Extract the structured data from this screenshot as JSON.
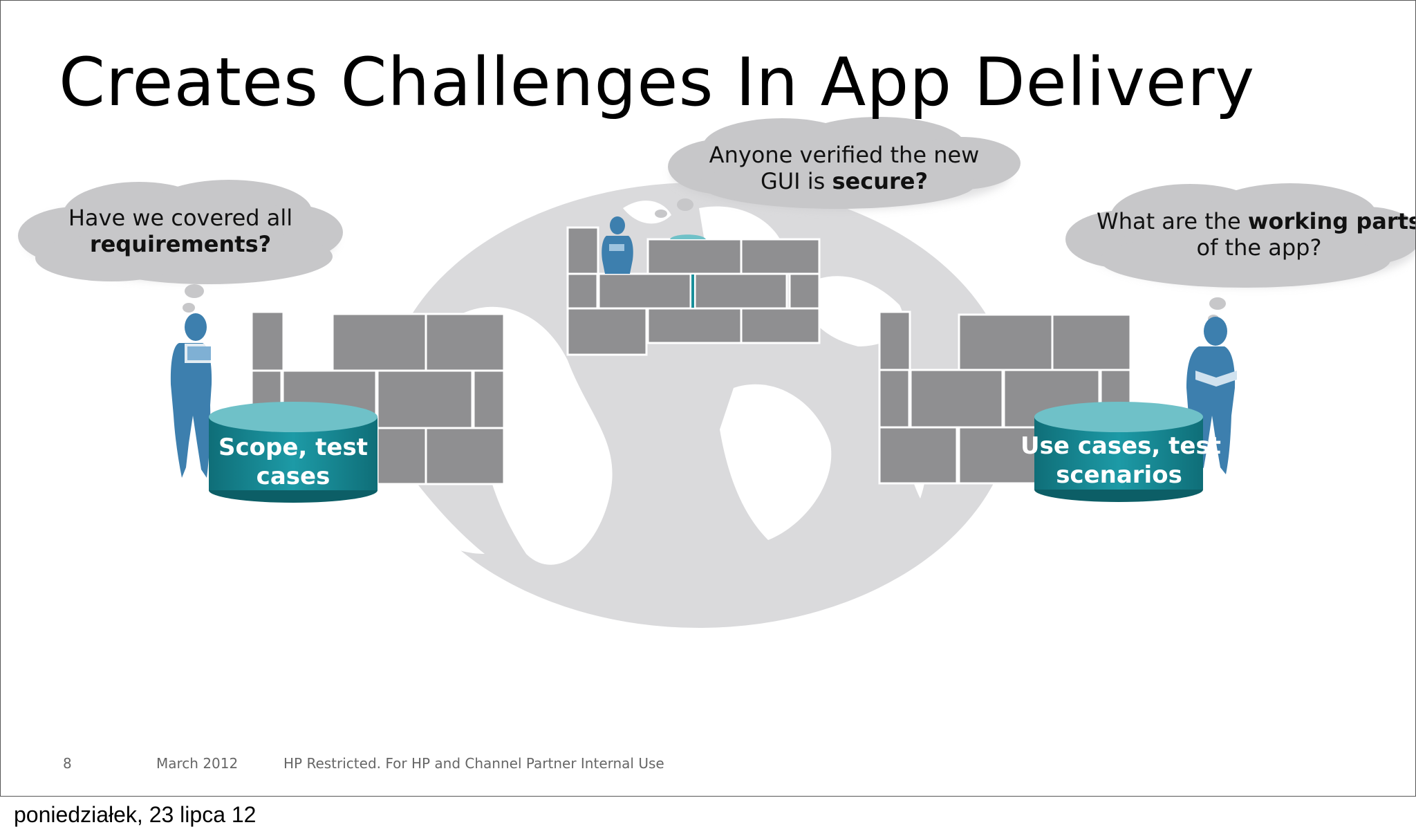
{
  "slide": {
    "title": "Creates Challenges In App Delivery",
    "bubbles": {
      "left": {
        "line1": "Have we covered all",
        "bold": "requirements?"
      },
      "center": {
        "line1": "Anyone verified the new",
        "line2_prefix": "GUI is ",
        "bold": "secure?"
      },
      "right": {
        "prefix": "What are the ",
        "bold": "working parts",
        "line2": "of the app?"
      }
    },
    "databases": {
      "left": {
        "line1": "Scope, test",
        "line2": "cases"
      },
      "right": {
        "line1": "Use cases, test",
        "line2": "scenarios"
      }
    },
    "colors": {
      "person": "#3d7fae",
      "database": "#1a8f9a",
      "wall": "#8f8f91",
      "globe": "#d9d9db",
      "cloud": "#c7c7c9"
    },
    "footer": {
      "page_number": "8",
      "date": "March 2012",
      "notice": "HP Restricted. For HP and Channel Partner Internal Use"
    }
  },
  "caption": "poniedziałek, 23 lipca 12"
}
